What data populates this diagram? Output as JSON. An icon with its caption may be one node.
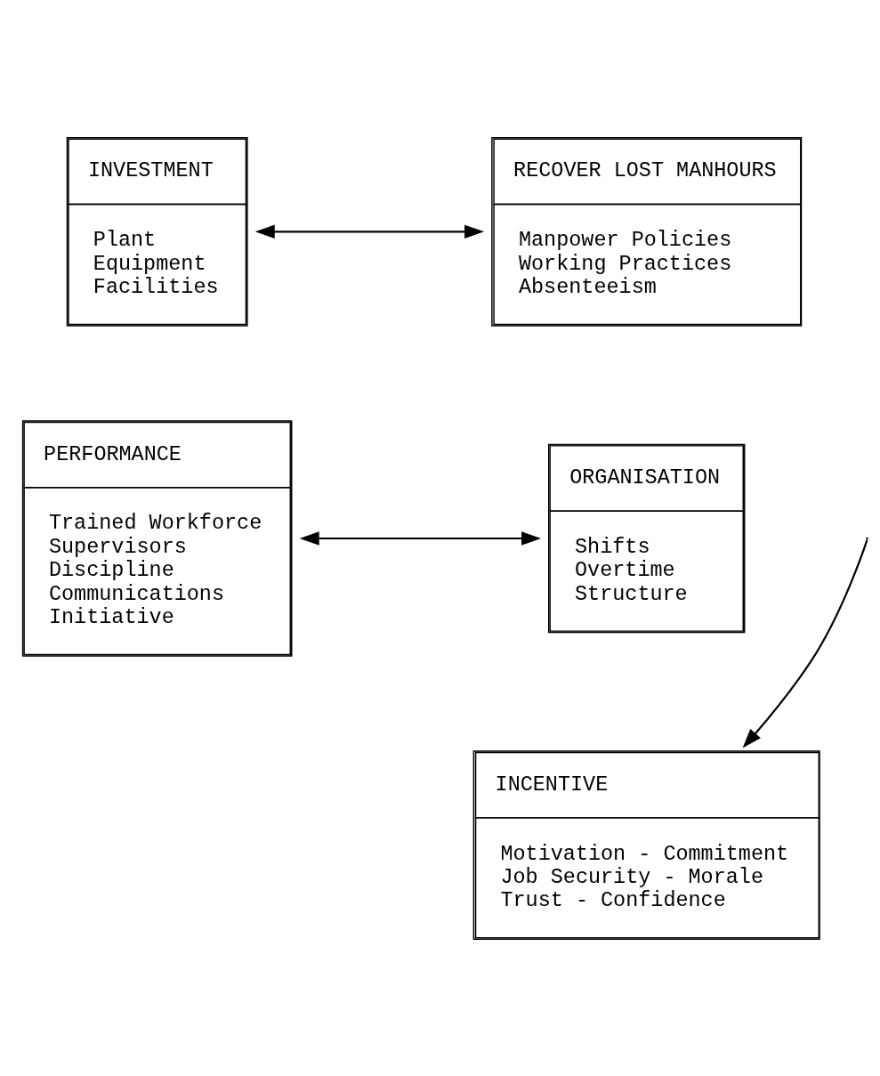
{
  "diagram": {
    "nodes": [
      {
        "text": [
          "INVESTMENT",
          "Plant",
          "Equipment",
          "Facilities"
        ]
      },
      {
        "text": [
          "RECOVER LOST MANHOURS",
          "Manpower Policies",
          "Working Practices",
          "Absenteeism"
        ]
      },
      {
        "text": [
          "PERFORMANCE",
          "Trained Workforce",
          "Supervisors",
          "Discipline",
          "Communications",
          "Initiative"
        ]
      },
      {
        "text": [
          "ORGANISATION",
          "Shifts",
          "Overtime",
          "Structure"
        ]
      },
      {
        "text": [
          "INCENTIVE",
          "Motivation - Commitment",
          "Job Security - Morale",
          "Trust - Confidence"
        ]
      }
    ],
    "edges": [
      {
        "from": 0,
        "to": 1,
        "arrow": "both"
      },
      {
        "from": 2,
        "to": 3,
        "arrow": "both"
      },
      {
        "from": null,
        "to": 4,
        "arrow": "to"
      }
    ]
  }
}
